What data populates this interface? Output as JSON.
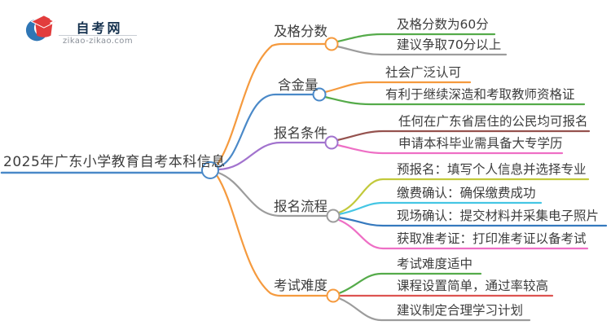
{
  "logo": {
    "title": "自考网",
    "domain": "zikao-zikao.com",
    "icon": "graduation-cap-with-blue-crescent",
    "colors": {
      "crescent_blue": "#2f76b5",
      "cap_red": "#e23d3d",
      "title_navy": "#16324f"
    }
  },
  "mindmap": {
    "root": {
      "label": "2025年广东小学教育自考本科信息",
      "color": "#4a89c8"
    },
    "branches": [
      {
        "label": "及格分数",
        "color": "#f59a3e",
        "children": [
          {
            "label": "及格分数为60分",
            "color": "#55ab4a"
          },
          {
            "label": "建议争取70分以上",
            "color": "#9c9c9c"
          }
        ]
      },
      {
        "label": "含金量",
        "color": "#4a89c8",
        "children": [
          {
            "label": "社会广泛认可",
            "color": "#f59a3e"
          },
          {
            "label": "有利于继续深造和考取教师资格证",
            "color": "#55ab4a"
          }
        ]
      },
      {
        "label": "报名条件",
        "color": "#a273ce",
        "children": [
          {
            "label": "任何在广东省居住的公民均可报名",
            "color": "#95524e"
          },
          {
            "label": "申请本科毕业需具备大专学历",
            "color": "#ee6fc5"
          }
        ]
      },
      {
        "label": "报名流程",
        "color": "#9c9c9c",
        "children": [
          {
            "label": "预报名：填写个人信息并选择专业",
            "color": "#c2c93b"
          },
          {
            "label": "缴费确认：确保缴费成功",
            "color": "#45c6e4"
          },
          {
            "label": "现场确认：提交材料并采集电子照片",
            "color": "#3579be"
          },
          {
            "label": "获取准考证：打印准考证以备考试",
            "color": "#ee6fc5"
          }
        ]
      },
      {
        "label": "考试难度",
        "color": "#f59a3e",
        "children": [
          {
            "label": "考试难度适中",
            "color": "#55ab4a"
          },
          {
            "label": "课程设置简单，通过率较高",
            "color": "#dd5451"
          },
          {
            "label": "建议制定合理学习计划",
            "color": "#9c9c9c"
          }
        ]
      }
    ]
  }
}
